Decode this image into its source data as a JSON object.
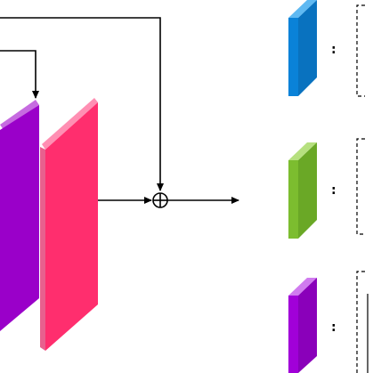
{
  "diagram": {
    "blocks": [
      {
        "id": "purple-block",
        "color": "#9a00c9",
        "top_face": "#c66be0"
      },
      {
        "id": "pink-block",
        "color": "#ff2e6e",
        "top_face": "#ff8fb3",
        "side": "#e8608e"
      }
    ],
    "operator": {
      "symbol": "⊕",
      "name": "element-wise-sum"
    },
    "arrow_color": "#000000"
  },
  "legend": {
    "separator": ":",
    "items": [
      {
        "name": "blue",
        "color": "#0a82d8",
        "top_face": "#5fb9f2"
      },
      {
        "name": "green",
        "color": "#7cbd2f",
        "top_face": "#b6e07f"
      },
      {
        "name": "purple",
        "color": "#a100d8",
        "top_face": "#d07bef"
      }
    ]
  }
}
